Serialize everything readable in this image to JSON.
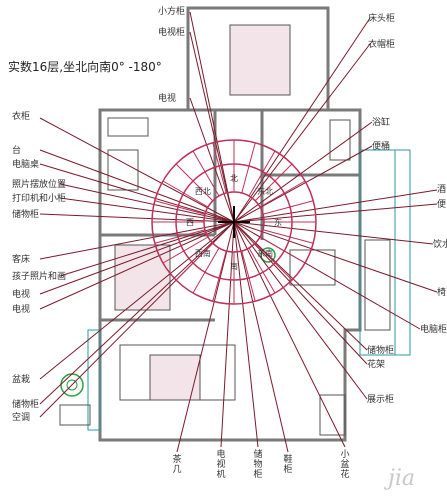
{
  "title": "实数16层,坐北向南0° -180°",
  "watermark": "jia",
  "labels_left": {
    "yigui": "衣柜",
    "tai": "台",
    "diannaozhuo": "电脑桌",
    "zhaopian": "照片摆放位置",
    "dayinji": "打印机和小柜",
    "chuwugui": "储物柜",
    "kechuang": "客床",
    "haizi": "孩子照片和画",
    "dianshi1": "电视",
    "dianshi2": "电视",
    "pengzai": "盆栽",
    "chuwugui2": "储物柜",
    "kongtiao": "空调"
  },
  "labels_top": {
    "xiaofanggui": "小方柜",
    "dianshigui": "电视柜",
    "chuangtougui": "床头柜",
    "yimaogui": "衣帽柜",
    "dianshi": "电视"
  },
  "labels_right": {
    "yugang": "浴缸",
    "bianqi": "便桶",
    "jiu": "酒",
    "bian": "便",
    "yinshui": "饮水",
    "yi": "椅",
    "diannaogui": "电脑柜",
    "chuwugui": "储物柜",
    "huajia": "花架",
    "zhanshigui": "展示柜"
  },
  "labels_bottom": {
    "chaji": "茶几",
    "dianshiji": "电视机",
    "chuwugui": "储物柜",
    "xiegui": "鞋柜",
    "xiaohuahua": "小盆花"
  },
  "compass": {
    "ring": [
      "北",
      "东北",
      "东",
      "东南",
      "南",
      "西南",
      "西",
      "西北"
    ],
    "center": "+"
  },
  "colors": {
    "wall": "#8a8a8a",
    "leader": "#7a1a2a",
    "ring": "#c0305a",
    "teal": "#2a9aa0",
    "green": "#2aa040"
  }
}
